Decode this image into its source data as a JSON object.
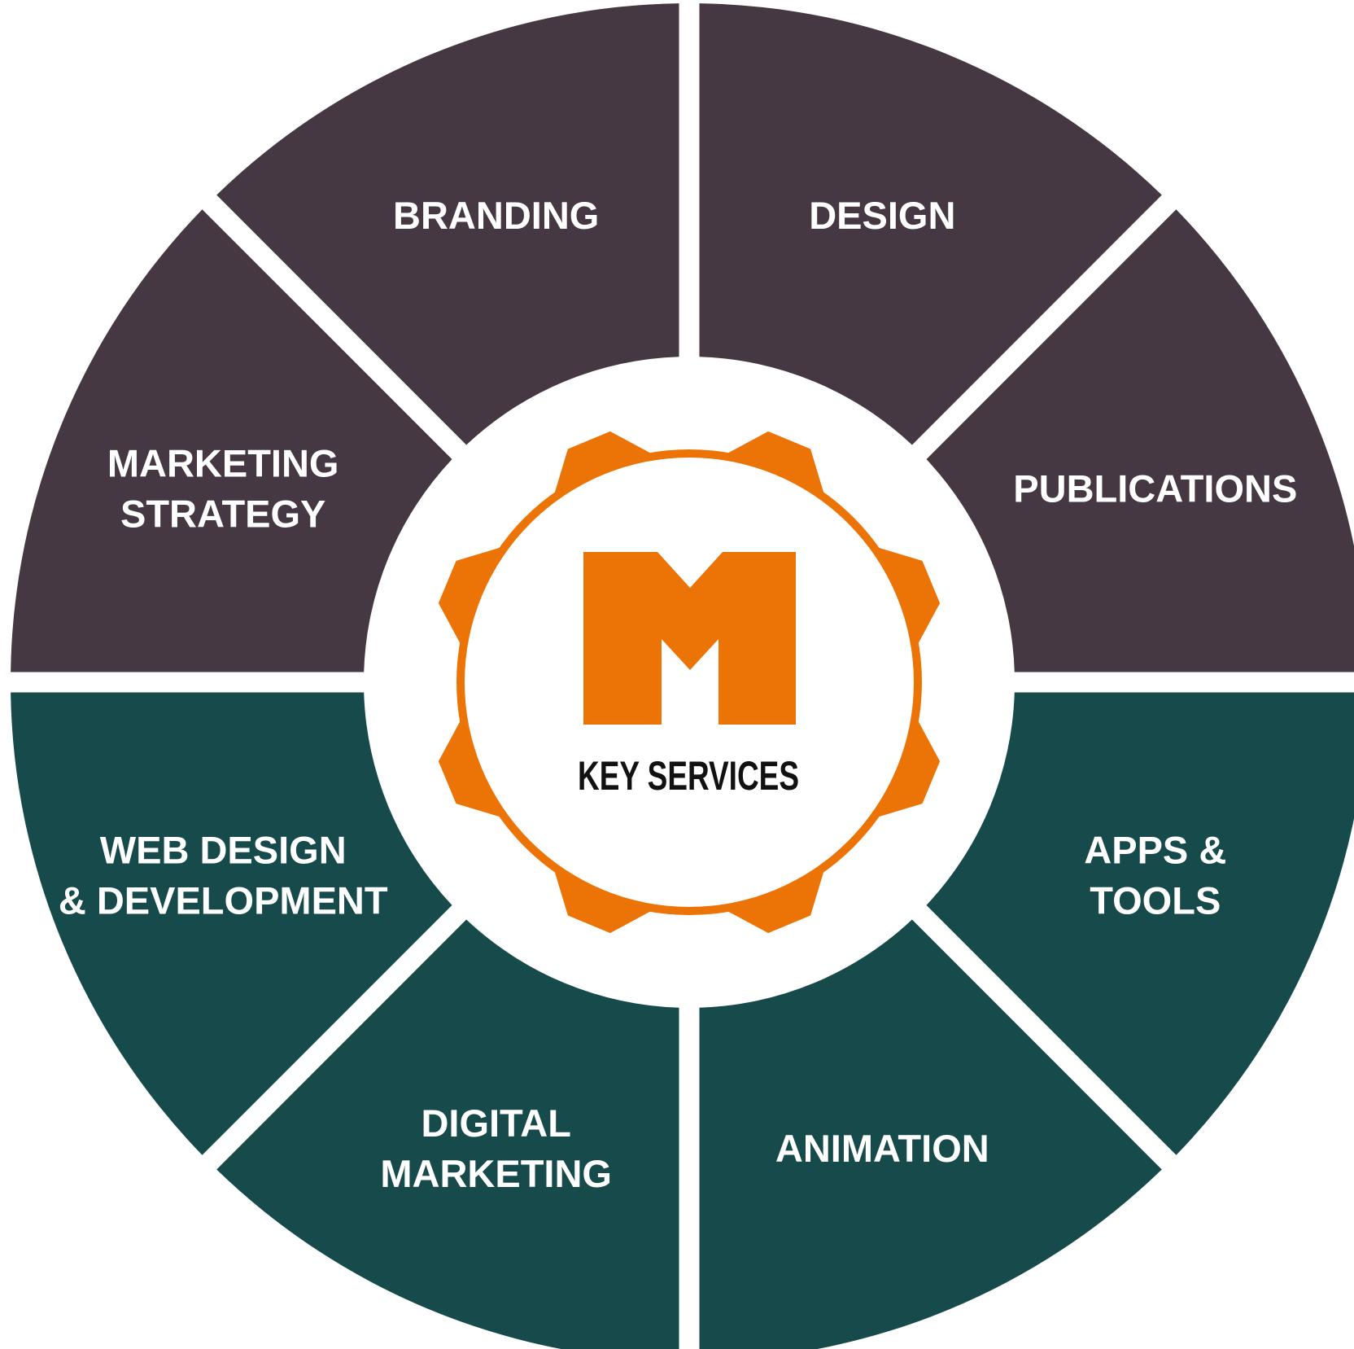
{
  "center": {
    "logo_letter": "M",
    "title": "KEY SERVICES"
  },
  "colors": {
    "background": "#ffffff",
    "upper_segments": "#453842",
    "lower_segments": "#174a4b",
    "accent": "#ec7406",
    "label_text": "#ffffff",
    "center_text": "#111111"
  },
  "segments": [
    {
      "id": "branding",
      "lines": [
        "BRANDING"
      ],
      "group": "upper"
    },
    {
      "id": "design",
      "lines": [
        "DESIGN"
      ],
      "group": "upper"
    },
    {
      "id": "publications",
      "lines": [
        "PUBLICATIONS"
      ],
      "group": "upper"
    },
    {
      "id": "apps-tools",
      "lines": [
        "APPS &",
        "TOOLS"
      ],
      "group": "lower"
    },
    {
      "id": "animation",
      "lines": [
        "ANIMATION"
      ],
      "group": "lower"
    },
    {
      "id": "digital-marketing",
      "lines": [
        "DIGITAL",
        "MARKETING"
      ],
      "group": "lower"
    },
    {
      "id": "web-design-development",
      "lines": [
        "WEB DESIGN",
        "& DEVELOPMENT"
      ],
      "group": "lower"
    },
    {
      "id": "marketing-strategy",
      "lines": [
        "MARKETING",
        "STRATEGY"
      ],
      "group": "upper"
    }
  ]
}
